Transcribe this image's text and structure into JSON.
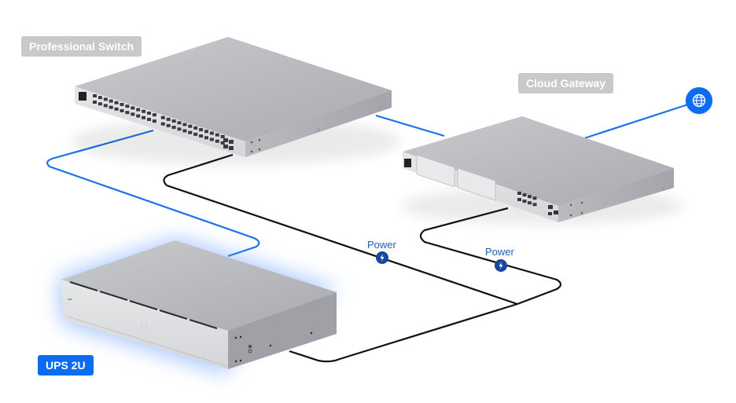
{
  "devices": {
    "switch": {
      "label": "Professional Switch",
      "tag_style": "gray"
    },
    "gateway": {
      "label": "Cloud Gateway",
      "tag_style": "gray"
    },
    "ups": {
      "label": "UPS 2U",
      "tag_style": "blue",
      "highlighted": true
    }
  },
  "connections": [
    {
      "from": "Cloud Gateway",
      "to": "Internet",
      "type": "data",
      "color": "#1a73e8"
    },
    {
      "from": "Professional Switch",
      "to": "Cloud Gateway",
      "type": "data",
      "color": "#1a73e8"
    },
    {
      "from": "Professional Switch",
      "to": "UPS 2U",
      "type": "data",
      "color": "#1a73e8"
    },
    {
      "from": "UPS 2U",
      "to": "Professional Switch",
      "type": "power",
      "label": "Power",
      "color": "#111111"
    },
    {
      "from": "UPS 2U",
      "to": "Cloud Gateway",
      "type": "power",
      "label": "Power",
      "color": "#111111"
    }
  ],
  "power_labels": [
    "Power",
    "Power"
  ],
  "icons": {
    "internet": "globe-icon",
    "power": "lightning-bolt-icon"
  },
  "colors": {
    "accent": "#0b6cf2",
    "data_cable": "#1a73e8",
    "power_cable": "#111111",
    "power_badge": "#1847a0",
    "tag_gray": "#c8c9cb",
    "ups_glow": "#4d8dff"
  }
}
